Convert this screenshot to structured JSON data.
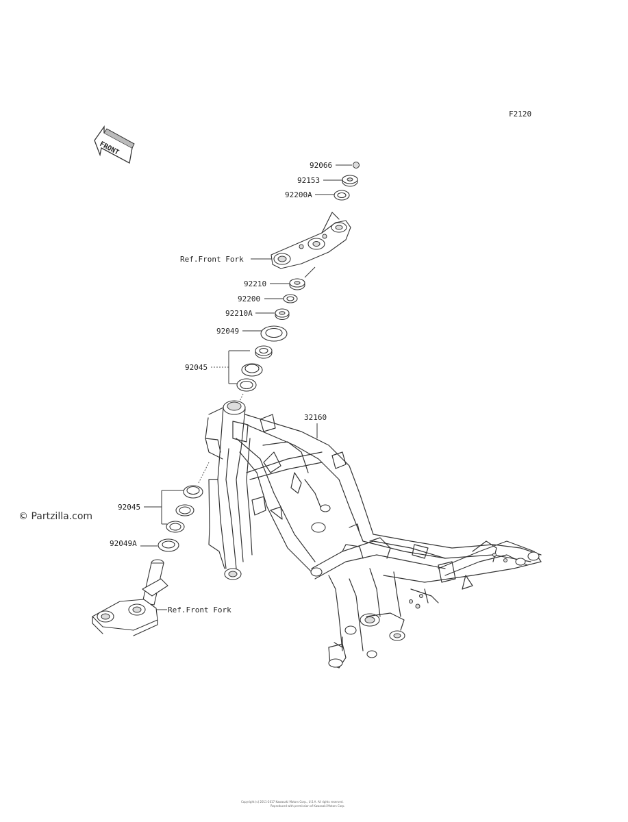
{
  "figure_code": "F2120",
  "front_label": "FRONT",
  "watermark": "© Partzilla.com",
  "copyright": "Copyright (c) 2011-2017 Kawasaki Motors Corp., U.S.A. All rights reserved.",
  "copyright2": "Reproduced with permission of Kawasaki Motors Corp.",
  "callouts": {
    "p92066": "92066",
    "p92153": "92153",
    "p92200a": "92200A",
    "ref_front_fork_upper": "Ref.Front Fork",
    "p92210": "92210",
    "p92200": "92200",
    "p92210a": "92210A",
    "p92049": "92049",
    "p92045_upper": "92045",
    "p32160": "32160",
    "p92045_lower": "92045",
    "p92049a": "92049A",
    "ref_front_fork_lower": "Ref.Front Fork"
  }
}
